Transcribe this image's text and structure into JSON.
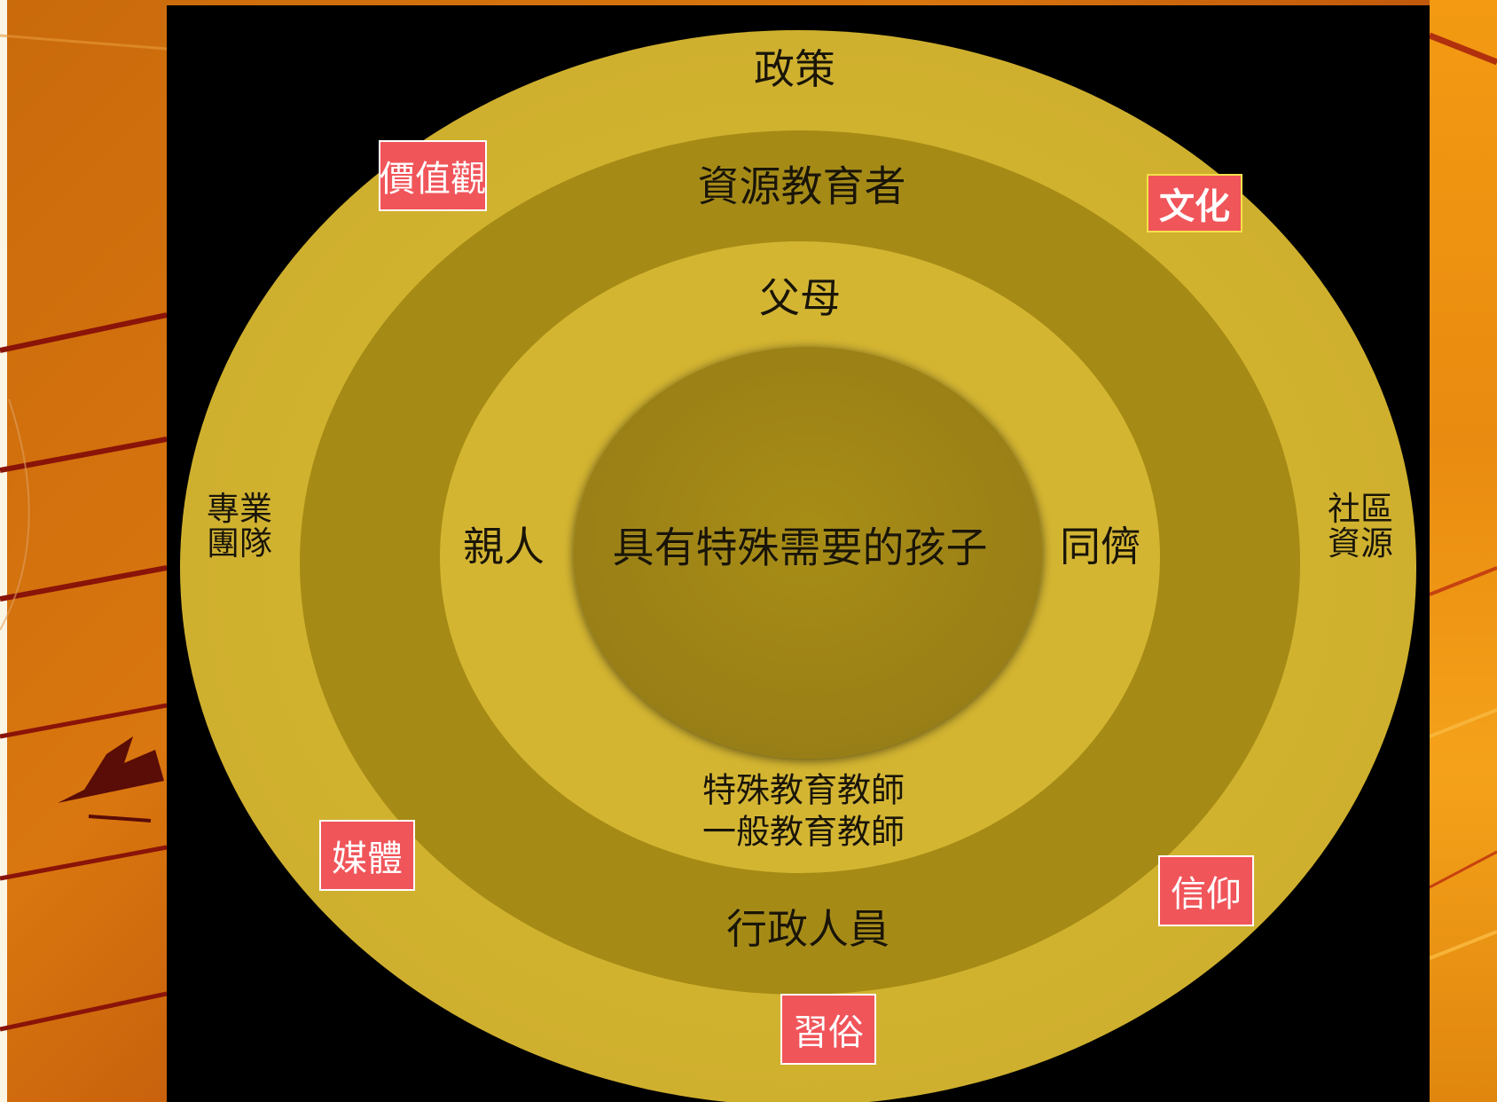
{
  "diagram": {
    "center": "具有特殊需要的孩子",
    "ring1": {
      "top": "父母",
      "left": "親人",
      "right": "同儕"
    },
    "ring2": {
      "top": "資源教育者",
      "bottom_line1": "特殊教育教師",
      "bottom_line2": "一般教育教師",
      "bottom": "行政人員"
    },
    "ring3": {
      "top": "政策",
      "left": "專業\n團隊",
      "right": "社區\n資源"
    }
  },
  "tags": {
    "values": "價值觀",
    "culture": "文化",
    "media": "媒體",
    "beliefs": "信仰",
    "customs": "習俗"
  },
  "colors": {
    "ring_light": "#d4b531",
    "ring_dark": "#a58a15",
    "tag_bg": "#f0555a"
  }
}
